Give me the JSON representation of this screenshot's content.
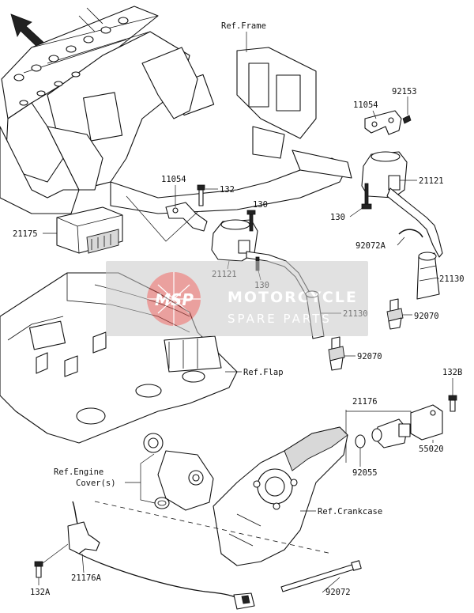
{
  "diagram": {
    "references": {
      "frame": "Ref.Frame",
      "flap": "Ref.Flap",
      "engine_cover_line1": "Ref.Engine",
      "engine_cover_line2": "Cover(s)",
      "crankcase": "Ref.Crankcase"
    },
    "parts": {
      "p92153": "92153",
      "p11054_right": "11054",
      "p21121_right": "21121",
      "p130_right": "130",
      "p92072A": "92072A",
      "p21130_right": "21130",
      "p92070_right": "92070",
      "p11054_left": "11054",
      "p132": "132",
      "p130_top": "130",
      "p21175": "21175",
      "p21121_left": "21121",
      "p130_bottom": "130",
      "p21130_center": "21130",
      "p92070_center": "92070",
      "p132B": "132B",
      "p21176": "21176",
      "p55020": "55020",
      "p92055": "92055",
      "p21176A": "21176A",
      "p132A": "132A",
      "p92072": "92072"
    }
  },
  "watermark": {
    "logo": "MSP",
    "line1": "MOTORCYCLE",
    "line2": "SPARE PARTS",
    "color": "#d9534f"
  }
}
